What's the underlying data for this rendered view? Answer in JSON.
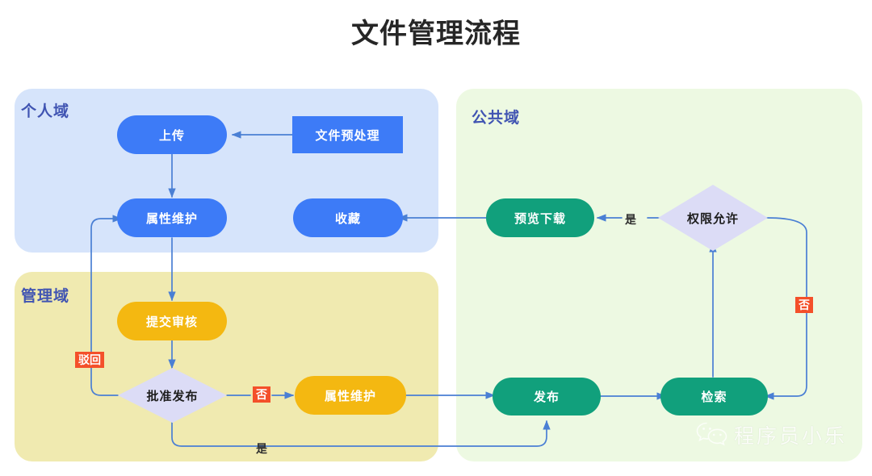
{
  "page": {
    "title": "文件管理流程",
    "background": "#ffffff"
  },
  "regions": [
    {
      "key": "personal",
      "label": "个人域",
      "fill": "#d6e4fb",
      "label_color": "#4054b2"
    },
    {
      "key": "manage",
      "label": "管理域",
      "fill": "#f0eab0",
      "label_color": "#4054b2"
    },
    {
      "key": "public",
      "label": "公共域",
      "fill": "#edf9e2",
      "label_color": "#4054b2"
    }
  ],
  "nodes": {
    "upload": {
      "label": "上传",
      "shape": "rounded-rect",
      "fill": "#3d7bf7"
    },
    "preprocess": {
      "label": "文件预处理",
      "shape": "rect",
      "fill": "#3d7bf7"
    },
    "attr_personal": {
      "label": "属性维护",
      "shape": "rounded-rect",
      "fill": "#3d7bf7"
    },
    "favorite": {
      "label": "收藏",
      "shape": "rounded-rect",
      "fill": "#3d7bf7"
    },
    "submit_review": {
      "label": "提交审核",
      "shape": "rounded-rect",
      "fill": "#f4b811"
    },
    "approve": {
      "label": "批准发布",
      "shape": "diamond",
      "fill": "#dcdcf6"
    },
    "attr_manage": {
      "label": "属性维护",
      "shape": "rounded-rect",
      "fill": "#f4b811"
    },
    "preview_dl": {
      "label": "预览下载",
      "shape": "rounded-rect",
      "fill": "#11a07c"
    },
    "permission": {
      "label": "权限允许",
      "shape": "diamond",
      "fill": "#dcdcf6"
    },
    "publish": {
      "label": "发布",
      "shape": "rounded-rect",
      "fill": "#11a07c"
    },
    "retrieve": {
      "label": "检索",
      "shape": "rounded-rect",
      "fill": "#11a07c"
    }
  },
  "edge_labels": {
    "reject": {
      "text": "驳回",
      "style": "badge",
      "badge_color": "#f4502a"
    },
    "approve_no": {
      "text": "否",
      "style": "badge",
      "badge_color": "#f4502a"
    },
    "approve_yes": {
      "text": "是",
      "style": "plain"
    },
    "permission_yes": {
      "text": "是",
      "style": "plain"
    },
    "permission_no": {
      "text": "否",
      "style": "badge",
      "badge_color": "#f4502a"
    }
  },
  "connector_color": "#4a7fd4",
  "watermark": {
    "text": "程序员小乐",
    "icon": "wechat-icon"
  }
}
